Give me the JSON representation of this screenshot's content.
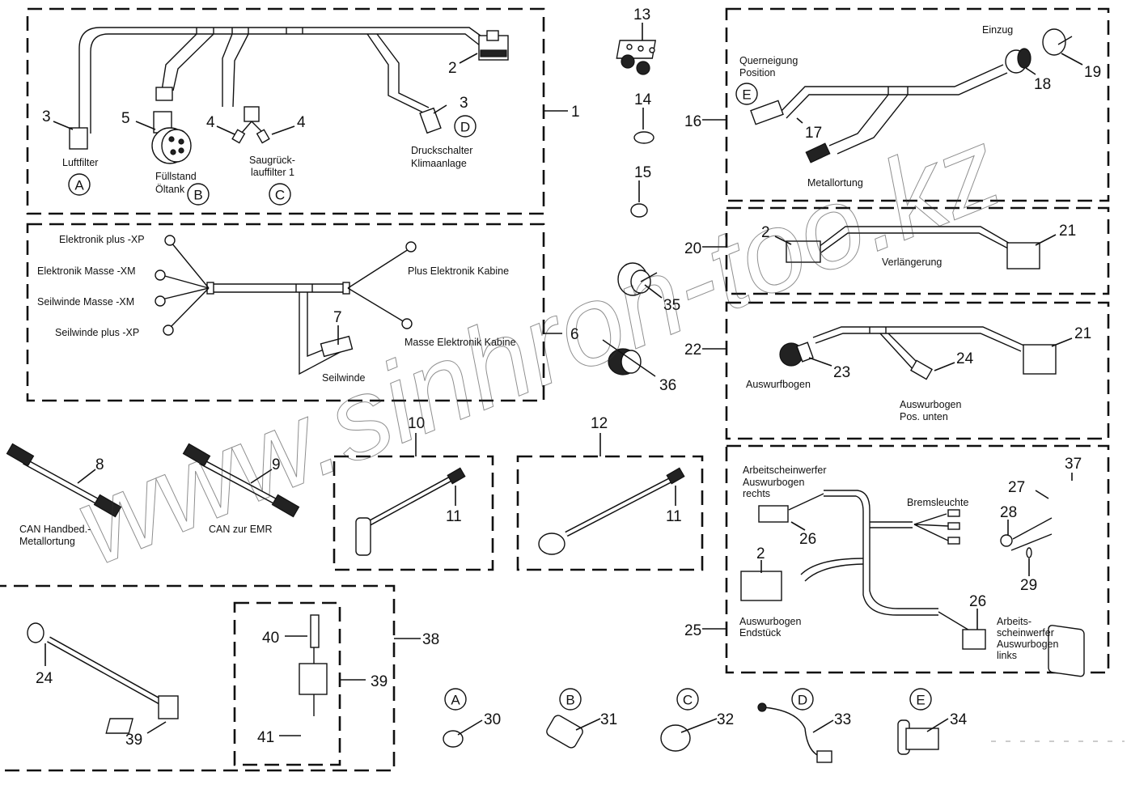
{
  "diagram": {
    "title": "Kabelbaum / Wiring harness exploded parts view",
    "watermark": "www.sinhron-too.kz",
    "groups": [
      {
        "id": "1",
        "number": "1",
        "labels": [
          "Luftfilter",
          "Füllstand",
          "Öltank",
          "Saugrück-",
          "lauffilter 1",
          "Druckschalter",
          "Klimaanlage"
        ]
      },
      {
        "id": "6",
        "number": "6",
        "labels": [
          "Elektronik plus -XP",
          "Elektronik Masse -XM",
          "Seilwinde Masse -XM",
          "Seilwinde plus -XP",
          "Plus Elektronik Kabine",
          "Masse Elektronik Kabine",
          "Seilwinde"
        ]
      },
      {
        "id": "16",
        "number": "16",
        "labels": [
          "Querneigung",
          "Position",
          "Einzug",
          "Metallortung"
        ]
      },
      {
        "id": "20",
        "number": "20",
        "labels": [
          "Verlängerung"
        ]
      },
      {
        "id": "22",
        "number": "22",
        "labels": [
          "Auswurfbogen",
          "Auswurbogen",
          "Pos. unten"
        ]
      },
      {
        "id": "25",
        "number": "25",
        "labels": [
          "Arbeitscheinwerfer",
          "Auswurbogen",
          "rechts",
          "Bremsleuchte",
          "Auswurbogen",
          "Endstück",
          "Arbeits-",
          "scheinwerfer",
          "Auswurbogen",
          "links"
        ]
      },
      {
        "id": "10",
        "number": "10",
        "labels": []
      },
      {
        "id": "12",
        "number": "12",
        "labels": []
      },
      {
        "id": "38",
        "number": "38",
        "labels": []
      }
    ],
    "callouts": {
      "g1": {
        "n2": "2",
        "n3a": "3",
        "n3b": "3",
        "n4a": "4",
        "n4b": "4",
        "n5": "5",
        "n1": "1"
      },
      "g6": {
        "n7": "7",
        "n6": "6"
      },
      "loose": {
        "n13": "13",
        "n14": "14",
        "n15": "15",
        "n35": "35",
        "n36": "36"
      },
      "g16": {
        "n16": "16",
        "n17": "17",
        "n18": "18",
        "n19": "19"
      },
      "g20": {
        "n20": "20",
        "n2": "2",
        "n21": "21"
      },
      "g22": {
        "n22": "22",
        "n23": "23",
        "n24": "24",
        "n21": "21"
      },
      "g25": {
        "n25": "25",
        "n26a": "26",
        "n26b": "26",
        "n2": "2",
        "n27": "27",
        "n28": "28",
        "n29": "29",
        "n37": "37"
      },
      "cables": {
        "n8": "8",
        "n9": "9",
        "n10": "10",
        "n11a": "11",
        "n11b": "11",
        "n12": "12"
      },
      "g38": {
        "n38": "38",
        "n24": "24",
        "n39a": "39",
        "n39b": "39",
        "n40": "40",
        "n41": "41"
      },
      "sensors": {
        "n30": "30",
        "n31": "31",
        "n32": "32",
        "n33": "33",
        "n34": "34"
      }
    },
    "cable_labels": {
      "can_handbed_1": "CAN Handbed.-",
      "can_handbed_2": "Metallortung",
      "can_emr": "CAN zur EMR"
    },
    "reference_letters": {
      "A": "A",
      "B": "B",
      "C": "C",
      "D": "D",
      "E": "E"
    },
    "sensor_legend": [
      {
        "letter": "A",
        "part": "30"
      },
      {
        "letter": "B",
        "part": "31"
      },
      {
        "letter": "C",
        "part": "32"
      },
      {
        "letter": "D",
        "part": "33"
      },
      {
        "letter": "E",
        "part": "34"
      }
    ]
  }
}
